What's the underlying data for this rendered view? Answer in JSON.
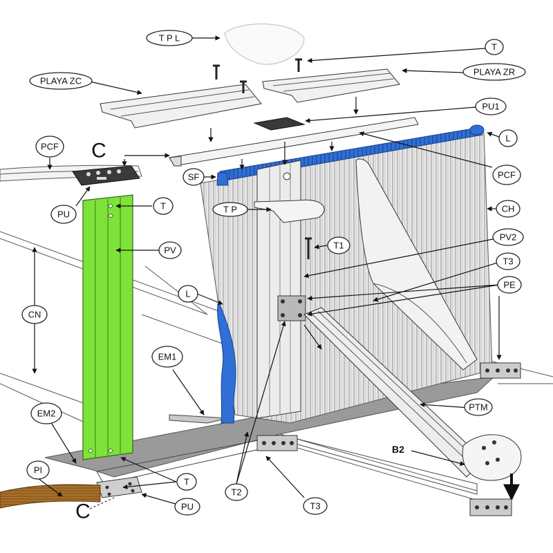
{
  "labels": {
    "tpl": "T P L",
    "t_top": "T",
    "playa_zc": "PLAYA ZC",
    "playa_zr": "PLAYA ZR",
    "pu1": "PU1",
    "pcf_left": "PCF",
    "c_top": "C",
    "l_top": "L",
    "sf": "SF",
    "pcf_right": "PCF",
    "pu_top": "PU",
    "t_mid": "T",
    "tp": "T P",
    "ch": "CH",
    "pv": "PV",
    "t1": "T1",
    "pv2": "PV2",
    "t3_right": "T3",
    "cn": "CN",
    "l_mid": "L",
    "pe": "PE",
    "em1": "EM1",
    "em2": "EM2",
    "ptm": "PTM",
    "b2": "B2",
    "pi": "PI",
    "t_bottom": "T",
    "c_bottom": "C",
    "pu_bottom": "PU",
    "t2": "T2",
    "t3_bottom": "T3"
  },
  "colors": {
    "upright_green": "#7ee23a",
    "liner_blue": "#2f6fd6",
    "floor_gray": "#9a9a9a",
    "panel_gray": "#e4e4e4",
    "wood": "#a8702a"
  }
}
